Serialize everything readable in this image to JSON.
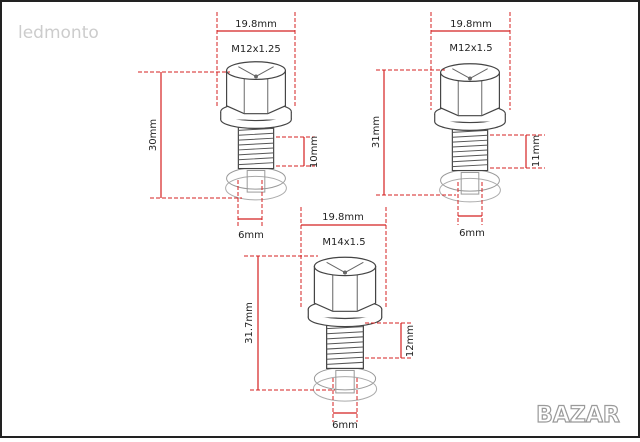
{
  "watermark": "ledmonto",
  "brand": "BAZAR",
  "colors": {
    "dimension": "#d42020",
    "outline": "#555555",
    "frame": "#222222",
    "watermark": "#cccccc"
  },
  "bolts": [
    {
      "id": "a",
      "thread": "M12x1.25",
      "width": "19.8mm",
      "length": "30mm",
      "thread_length": "10mm",
      "shaft": "6mm"
    },
    {
      "id": "b",
      "thread": "M12x1.5",
      "width": "19.8mm",
      "length": "31mm",
      "thread_length": "11mm",
      "shaft": "6mm"
    },
    {
      "id": "c",
      "thread": "M14x1.5",
      "width": "19.8mm",
      "length": "31.7mm",
      "thread_length": "12mm",
      "shaft": "6mm"
    }
  ]
}
